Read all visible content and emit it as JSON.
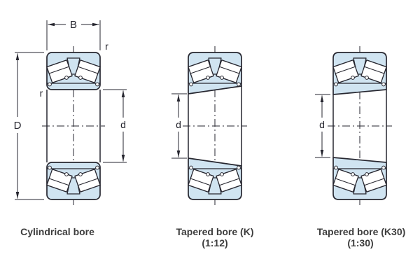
{
  "colors": {
    "part_fill": "#d0e4f1",
    "line": "#26262f",
    "text": "#3d3d3d"
  },
  "diagrams": {
    "cylindrical": {
      "caption": "Cylindrical bore",
      "dim_width": "B",
      "dim_outer": "D",
      "dim_bore": "d",
      "radius_top": "r",
      "radius_side": "r"
    },
    "tapered_k": {
      "caption": "Tapered bore (K)",
      "ratio": "(1:12)",
      "dim_bore": "d"
    },
    "tapered_k30": {
      "caption": "Tapered bore (K30)",
      "ratio": "(1:30)",
      "dim_bore": "d"
    }
  }
}
